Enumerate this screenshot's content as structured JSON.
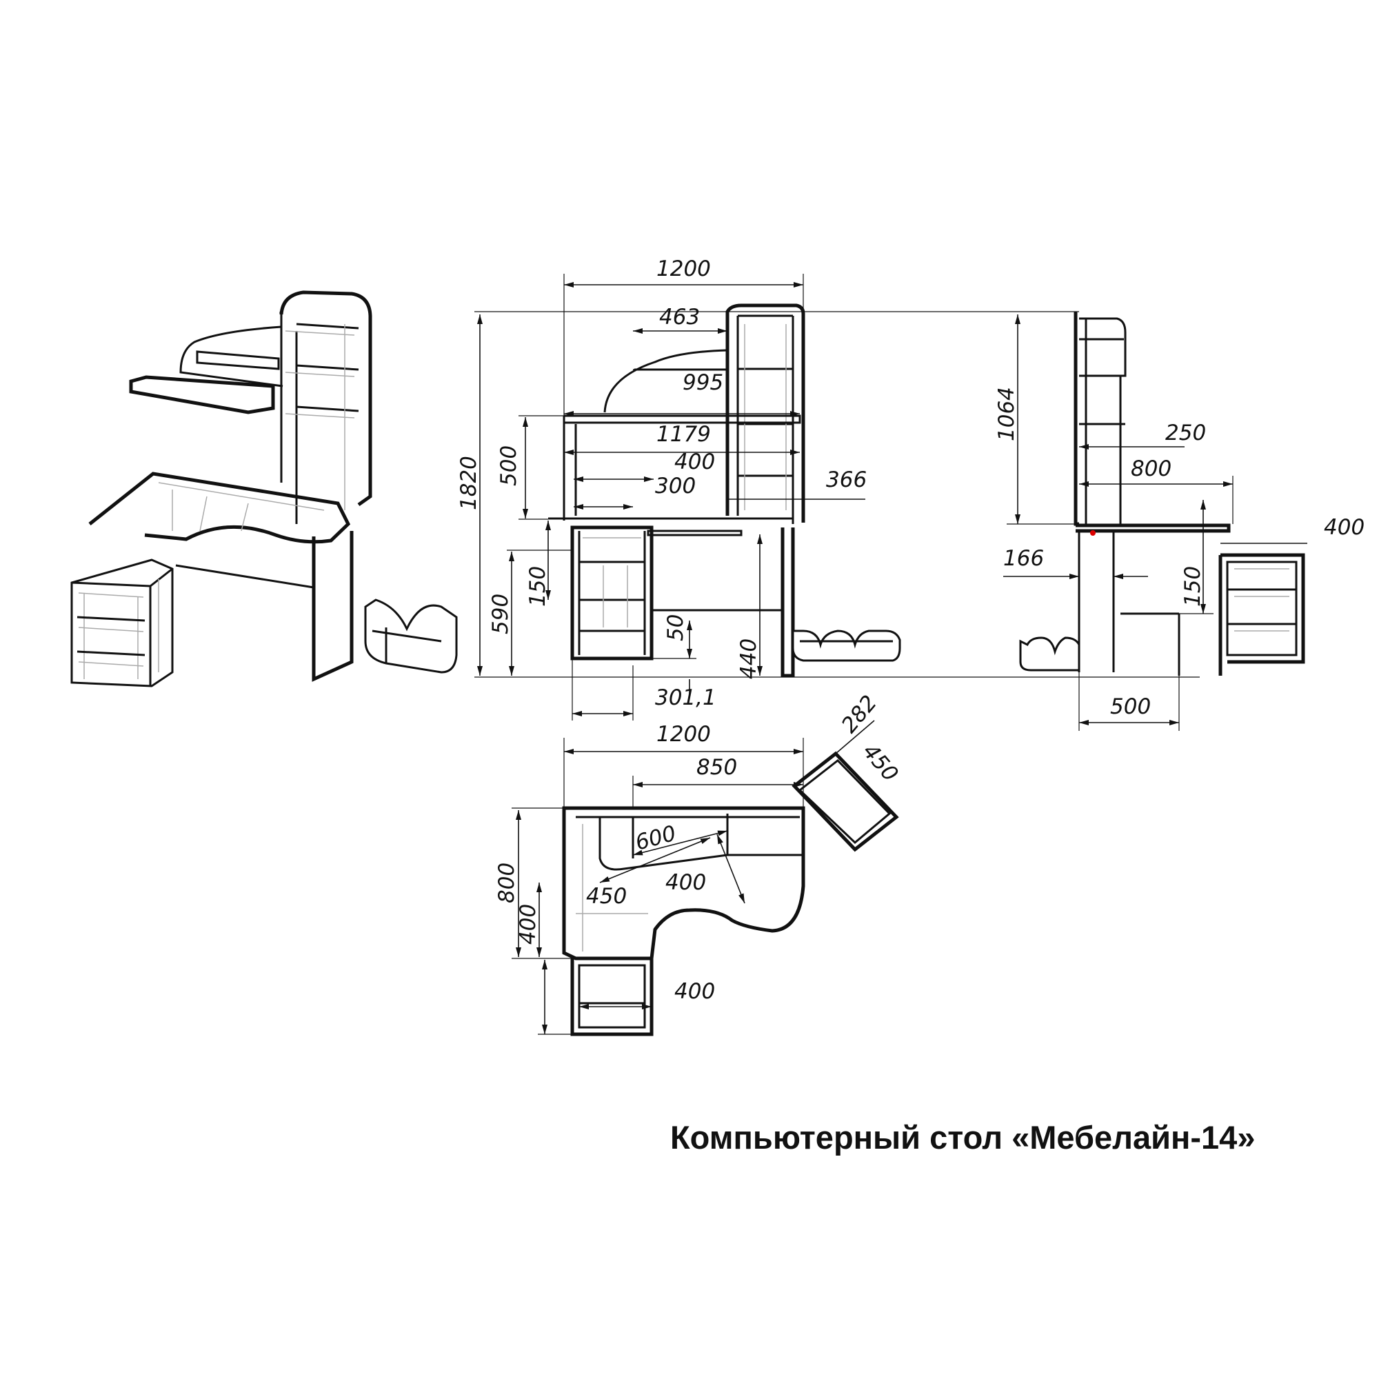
{
  "caption": "Компьютерный стол «Мебелайн-14»",
  "front_view": {
    "width_overall": "1200",
    "shelf_width_top": "463",
    "shelf_width_mid": "995",
    "desktop_width": "1179",
    "shelf_width_lower": "400",
    "niche_width": "300",
    "height_overall": "1820",
    "superstructure_height": "500",
    "drawer_depth": "366",
    "table_height": "590",
    "drawer_height": "150",
    "plinth_height": "50",
    "leg_height": "440",
    "keyboard_offset": "301,1"
  },
  "side_view": {
    "superstructure_height": "1064",
    "shelf_depth": "250",
    "desktop_depth": "800",
    "pedestal_width": "400",
    "gap": "166",
    "drawer_height": "150",
    "base_depth": "500"
  },
  "plan_view": {
    "width_overall": "1200",
    "shelf_length": "850",
    "unit_width": "282",
    "unit_depth": "450",
    "diag_a": "600",
    "diag_b": "450",
    "diag_c": "400",
    "depth_overall": "800",
    "depth_partial": "400",
    "pedestal_width": "400"
  },
  "arrows": [
    "arrow-left-icon",
    "arrow-right-icon"
  ]
}
